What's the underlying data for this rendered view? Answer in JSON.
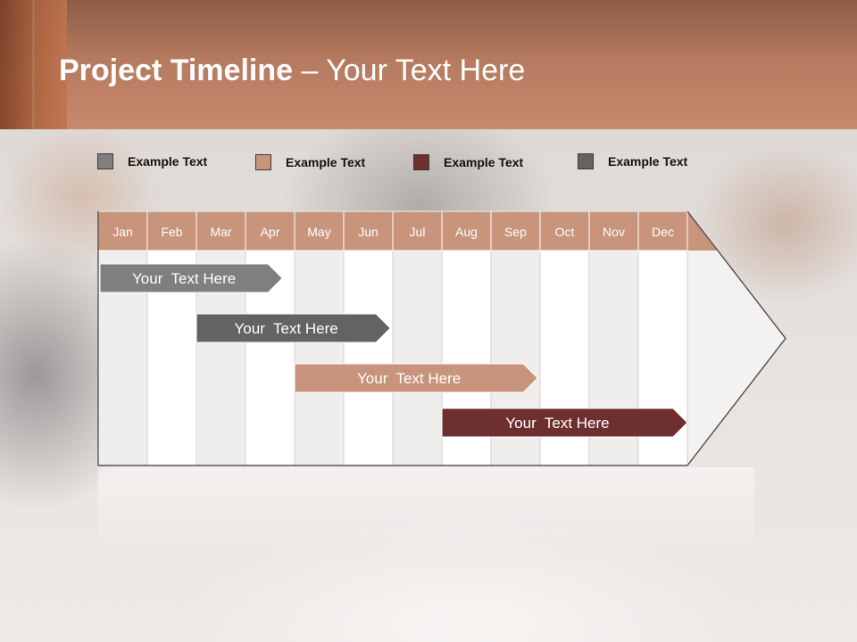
{
  "title": {
    "bold": "Project Timeline",
    "rest": " – Your Text Here"
  },
  "legend": [
    {
      "label": "Example Text",
      "color": "#7f7f7f"
    },
    {
      "label": "Example Text",
      "color": "#c8947c"
    },
    {
      "label": "Example Text",
      "color": "#6e2f2f"
    },
    {
      "label": "Example Text",
      "color": "#636363"
    }
  ],
  "months": [
    "Jan",
    "Feb",
    "Mar",
    "Apr",
    "May",
    "Jun",
    "Jul",
    "Aug",
    "Sep",
    "Oct",
    "Nov",
    "Dec"
  ],
  "tasks": [
    {
      "label": "Your  Text Here",
      "start": 0,
      "end": 3.75,
      "color": "#7f7f7f"
    },
    {
      "label": "Your  Text Here",
      "start": 3.0,
      "end": 5.95,
      "color": "#636363"
    },
    {
      "label": "Your  Text Here",
      "start": 5.0,
      "end": 8.95,
      "color": "#c8947c"
    },
    {
      "label": "Your  Text Here",
      "start": 8.0,
      "end": 12.0,
      "color": "#6e2f2f"
    }
  ],
  "colors": {
    "header_band": "#c8947c",
    "grid_light": "#efeeed",
    "grid_white": "#ffffff",
    "arrow_fill": "#f3f2f1"
  }
}
